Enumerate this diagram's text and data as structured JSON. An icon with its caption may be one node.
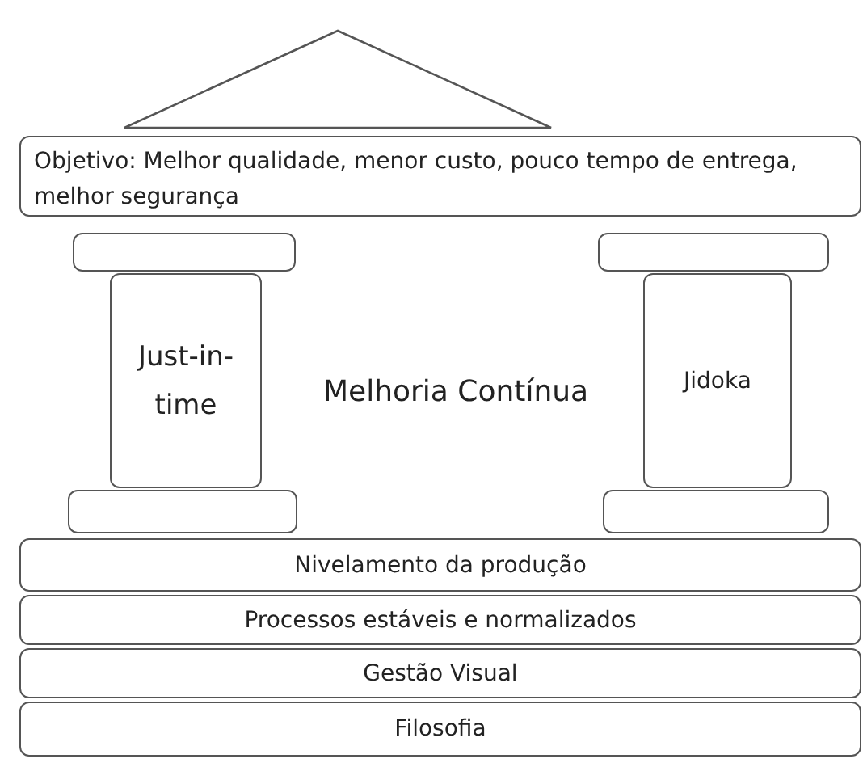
{
  "diagram": {
    "nodes": [
      {
        "text": [],
        "shape": "triangle"
      },
      {
        "text": [
          "Objetivo: Melhor qualidade, menor custo, pouco tempo de entrega, melhor segurança"
        ]
      },
      {
        "text": [],
        "shape": "box"
      },
      {
        "text": [],
        "shape": "box"
      },
      {
        "text": [
          "Just-in-time"
        ]
      },
      {
        "text": [
          "Jidoka"
        ]
      },
      {
        "text": [],
        "shape": "box"
      },
      {
        "text": [],
        "shape": "box"
      },
      {
        "text": [
          "Nivelamento da produção"
        ]
      },
      {
        "text": [
          "Processos estáveis e normalizados"
        ]
      },
      {
        "text": [
          "Gestão Visual"
        ]
      },
      {
        "text": [
          "Filosofia"
        ]
      }
    ],
    "labels": [
      "Melhoria Contínua"
    ]
  }
}
